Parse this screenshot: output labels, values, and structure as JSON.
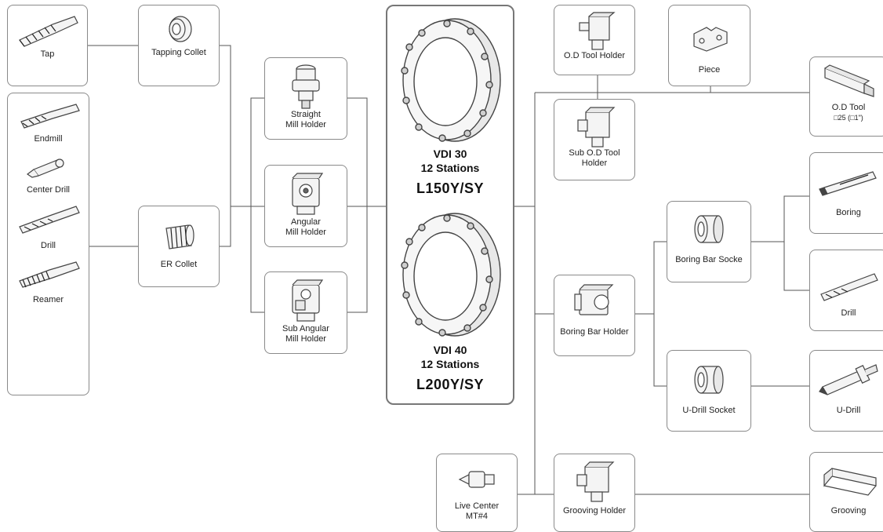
{
  "boxes": {
    "tap": {
      "label": "Tap"
    },
    "tapping_collet": {
      "label": "Tapping Collet"
    },
    "endmill": {
      "label": "Endmill"
    },
    "center_drill": {
      "label": "Center Drill"
    },
    "drill_left": {
      "label": "Drill"
    },
    "reamer": {
      "label": "Reamer"
    },
    "er_collet": {
      "label": "ER Collet"
    },
    "straight_mill_holder": {
      "label": "Straight\nMill Holder"
    },
    "angular_mill_holder": {
      "label": "Angular\nMill Holder"
    },
    "sub_angular_mill_holder": {
      "label": "Sub Angular\nMill Holder"
    },
    "od_tool_holder": {
      "label": "O.D Tool Holder"
    },
    "sub_od_tool_holder": {
      "label": "Sub O.D Tool\nHolder"
    },
    "piece": {
      "label": "Piece"
    },
    "od_tool": {
      "label": "O.D Tool",
      "sublabel": "□25 (□1\")"
    },
    "boring_bar_holder": {
      "label": "Boring Bar Holder"
    },
    "boring_bar_socket": {
      "label": "Boring Bar Socke"
    },
    "u_drill_socket": {
      "label": "U-Drill Socket"
    },
    "boring": {
      "label": "Boring"
    },
    "drill_right": {
      "label": "Drill"
    },
    "u_drill": {
      "label": "U-Drill"
    },
    "live_center": {
      "label": "Live Center\nMT#4"
    },
    "grooving_holder": {
      "label": "Grooving Holder"
    },
    "grooving": {
      "label": "Grooving"
    }
  },
  "turret": {
    "top": {
      "vdi": "VDI 30",
      "stations": "12 Stations",
      "model": "L150Y/SY"
    },
    "bottom": {
      "vdi": "VDI 40",
      "stations": "12 Stations",
      "model": "L200Y/SY"
    }
  },
  "colors": {
    "line": "#555555",
    "border": "#8a8a8a",
    "icon": "#444444"
  }
}
